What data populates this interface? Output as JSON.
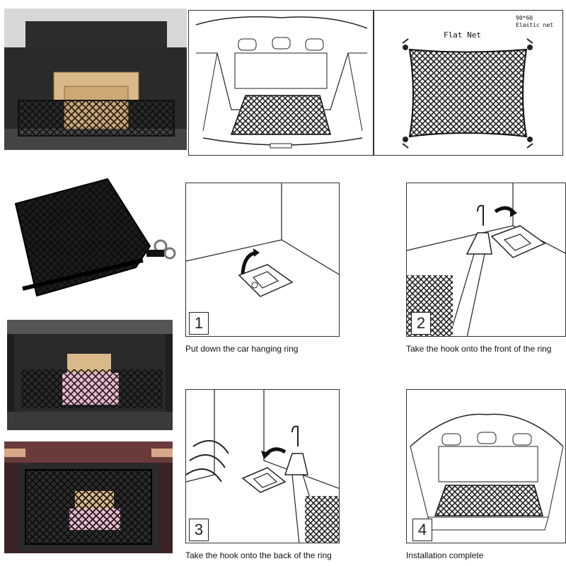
{
  "diagrams": {
    "flat_net_title": "Flat Net",
    "flat_net_size": "90*60",
    "flat_net_type": "Elastic net"
  },
  "steps": [
    {
      "number": "1",
      "caption": "Put down the car hanging ring"
    },
    {
      "number": "2",
      "caption": "Take the hook  onto the front of the ring"
    },
    {
      "number": "3",
      "caption": "Take the hook  onto the back of the ring"
    },
    {
      "number": "4",
      "caption": "Installation complete"
    }
  ],
  "colors": {
    "net": "#111111",
    "box_tan": "#d9b98a",
    "box_pink": "#e9b7cf",
    "trunk_gray": "#3b3b3b"
  }
}
